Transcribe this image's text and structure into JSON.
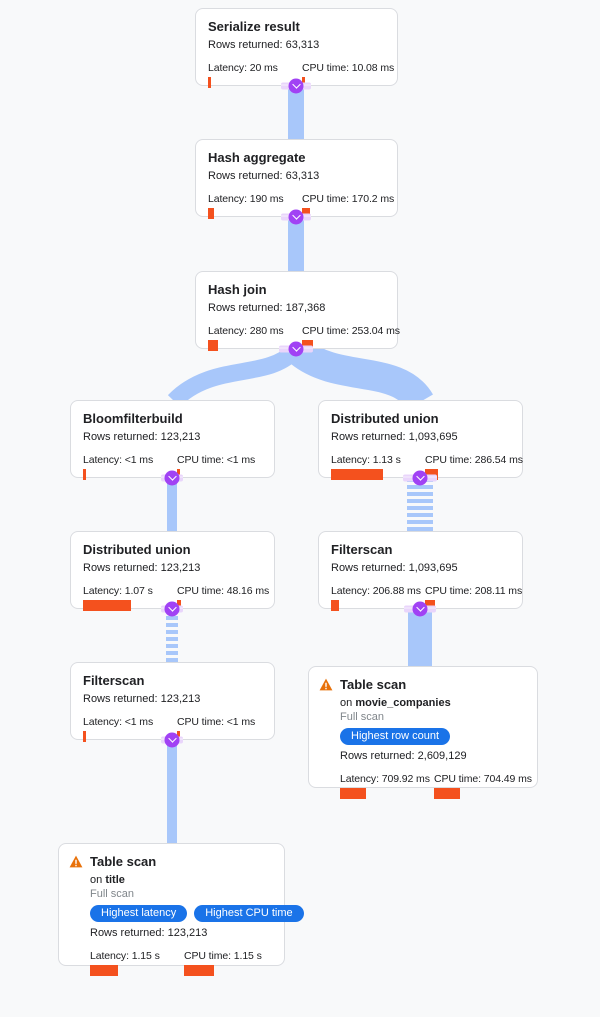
{
  "palette": {
    "background": "#F8F9FA",
    "card_bg": "#FFFFFF",
    "card_border": "#DADCE0",
    "edge_blue": "#A8C7FA",
    "connector_purple": "#A142F4",
    "connector_band": "#E9D5FB",
    "bar_orange": "#F4511E",
    "badge_blue": "#1A73E8",
    "warning_orange": "#E8710A",
    "text_primary": "#202124",
    "text_muted": "#80868B"
  },
  "nodes": {
    "serialize_result": {
      "title": "Serialize result",
      "rows": "Rows returned: 63,313",
      "latency": "Latency: 20 ms",
      "cpu": "CPU time: 10.08 ms",
      "bars": {
        "latency": 3,
        "cpu": 3
      }
    },
    "hash_aggregate": {
      "title": "Hash aggregate",
      "rows": "Rows returned: 63,313",
      "latency": "Latency: 190 ms",
      "cpu": "CPU time: 170.2 ms",
      "bars": {
        "latency": 6,
        "cpu": 8
      }
    },
    "hash_join": {
      "title": "Hash join",
      "rows": "Rows returned: 187,368",
      "latency": "Latency: 280 ms",
      "cpu": "CPU time: 253.04 ms",
      "bars": {
        "latency": 10,
        "cpu": 11
      }
    },
    "bloomfilterbuild": {
      "title": "Bloomfilterbuild",
      "rows": "Rows returned: 123,213",
      "latency": "Latency: <1 ms",
      "cpu": "CPU time: <1 ms",
      "bars": {
        "latency": 3,
        "cpu": 3
      }
    },
    "distributed_union_right": {
      "title": "Distributed union",
      "rows": "Rows returned: 1,093,695",
      "latency": "Latency: 1.13 s",
      "cpu": "CPU time: 286.54 ms",
      "bars": {
        "latency": 52,
        "cpu": 13
      }
    },
    "distributed_union_left": {
      "title": "Distributed union",
      "rows": "Rows returned: 123,213",
      "latency": "Latency: 1.07 s",
      "cpu": "CPU time: 48.16 ms",
      "bars": {
        "latency": 48,
        "cpu": 4
      }
    },
    "filterscan_right": {
      "title": "Filterscan",
      "rows": "Rows returned: 1,093,695",
      "latency": "Latency: 206.88 ms",
      "cpu": "CPU time: 208.11 ms",
      "bars": {
        "latency": 8,
        "cpu": 10
      }
    },
    "filterscan_left": {
      "title": "Filterscan",
      "rows": "Rows returned: 123,213",
      "latency": "Latency: <1 ms",
      "cpu": "CPU time: <1 ms",
      "bars": {
        "latency": 3,
        "cpu": 3
      }
    },
    "table_scan_right": {
      "title": "Table scan",
      "on_label": "on",
      "table_name": "movie_companies",
      "scan_mode": "Full scan",
      "badges": [
        "Highest row count"
      ],
      "rows": "Rows returned: 2,609,129",
      "latency": "Latency: 709.92 ms",
      "cpu": "CPU time: 704.49 ms",
      "bars": {
        "latency": 26,
        "cpu": 26
      }
    },
    "table_scan_left": {
      "title": "Table scan",
      "on_label": "on",
      "table_name": "title",
      "scan_mode": "Full scan",
      "badges": [
        "Highest latency",
        "Highest CPU time"
      ],
      "rows": "Rows returned: 123,213",
      "latency": "Latency: 1.15 s",
      "cpu": "CPU time: 1.15 s",
      "bars": {
        "latency": 28,
        "cpu": 30
      }
    }
  }
}
